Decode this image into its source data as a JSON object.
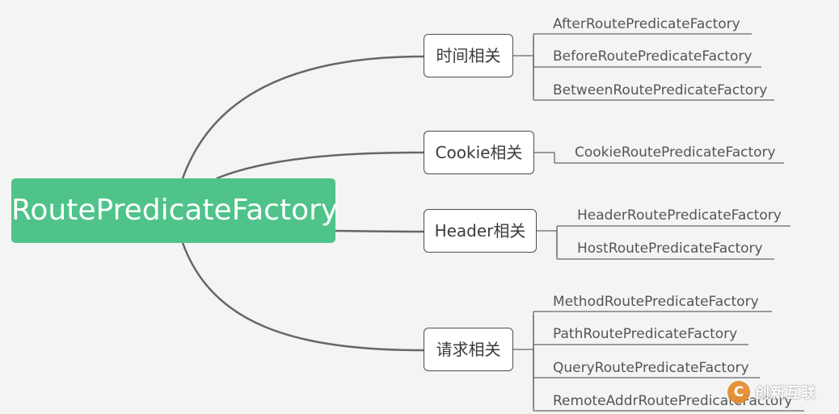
{
  "root": {
    "label": "RoutePredicateFactory"
  },
  "categories": [
    {
      "label": "时间相关",
      "leaves": [
        "AfterRoutePredicateFactory",
        "BeforeRoutePredicateFactory",
        "BetweenRoutePredicateFactory"
      ]
    },
    {
      "label": "Cookie相关",
      "leaves": [
        "CookieRoutePredicateFactory"
      ]
    },
    {
      "label": "Header相关",
      "leaves": [
        "HeaderRoutePredicateFactory",
        "HostRoutePredicateFactory"
      ]
    },
    {
      "label": "请求相关",
      "leaves": [
        "MethodRoutePredicateFactory",
        "PathRoutePredicateFactory",
        "QueryRoutePredicateFactory",
        "RemoteAddrRoutePredicateFactory"
      ]
    }
  ],
  "watermark": {
    "label": "创新互联",
    "logo": "C"
  },
  "colors": {
    "root": "#4fc38a",
    "line": "#666666",
    "background": "#f4f4f4"
  }
}
